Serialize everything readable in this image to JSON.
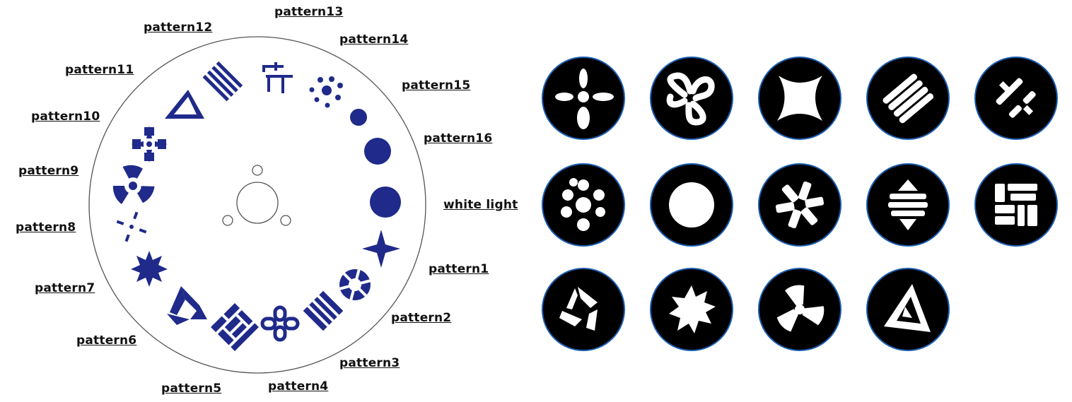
{
  "wheel": {
    "labels": {
      "pattern1": "pattern1",
      "pattern2": "pattern2",
      "pattern3": "pattern3",
      "pattern4": "pattern4",
      "pattern5": "pattern5",
      "pattern6": "pattern6",
      "pattern7": "pattern7",
      "pattern8": "pattern8",
      "pattern9": "pattern9",
      "pattern10": "pattern10",
      "pattern11": "pattern11",
      "pattern12": "pattern12",
      "pattern13": "pattern13",
      "pattern14": "pattern14",
      "pattern15": "pattern15",
      "pattern16": "pattern16",
      "white_light": "white light"
    },
    "symbol_color": "#1f2a8a"
  },
  "projections": {
    "count": 14,
    "items": [
      "fan-cross-icon",
      "knot-icon",
      "four-point-star-icon",
      "diagonal-bars-icon",
      "split-bars-icon",
      "dot-cluster-icon",
      "solid-circle-icon",
      "spiral-wedges-icon",
      "diamond-stack-icon",
      "blocks-icon",
      "triangle-swirl-icon",
      "ten-point-star-icon",
      "three-blade-fan-icon",
      "impossible-triangle-icon"
    ],
    "disc_color": "#000000",
    "ring_color": "#1a5db0",
    "light_color": "#ffffff"
  }
}
